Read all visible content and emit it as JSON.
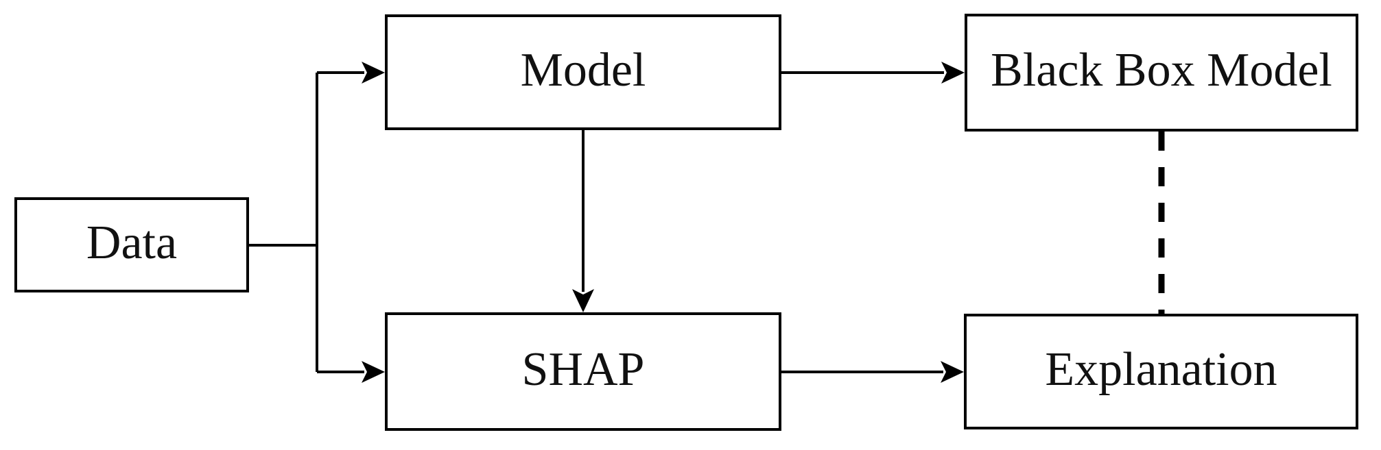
{
  "diagram": {
    "title": "SHAP explanation flow diagram",
    "colors": {
      "background": "#ffffff",
      "line": "#000000",
      "text": "#111111",
      "node_fill": "#ffffff"
    },
    "nodes": [
      {
        "id": "data",
        "label": "Data"
      },
      {
        "id": "model",
        "label": "Model"
      },
      {
        "id": "shap",
        "label": "SHAP"
      },
      {
        "id": "black-box-model",
        "label": "Black Box Model"
      },
      {
        "id": "explanation",
        "label": "Explanation"
      }
    ],
    "edges": [
      {
        "from": "data",
        "to": "model",
        "style": "solid",
        "arrow": true
      },
      {
        "from": "data",
        "to": "shap",
        "style": "solid",
        "arrow": true
      },
      {
        "from": "model",
        "to": "black-box-model",
        "style": "solid",
        "arrow": true
      },
      {
        "from": "model",
        "to": "shap",
        "style": "solid",
        "arrow": true
      },
      {
        "from": "shap",
        "to": "explanation",
        "style": "solid",
        "arrow": true
      },
      {
        "from": "black-box-model",
        "to": "explanation",
        "style": "dashed",
        "arrow": false
      }
    ]
  }
}
